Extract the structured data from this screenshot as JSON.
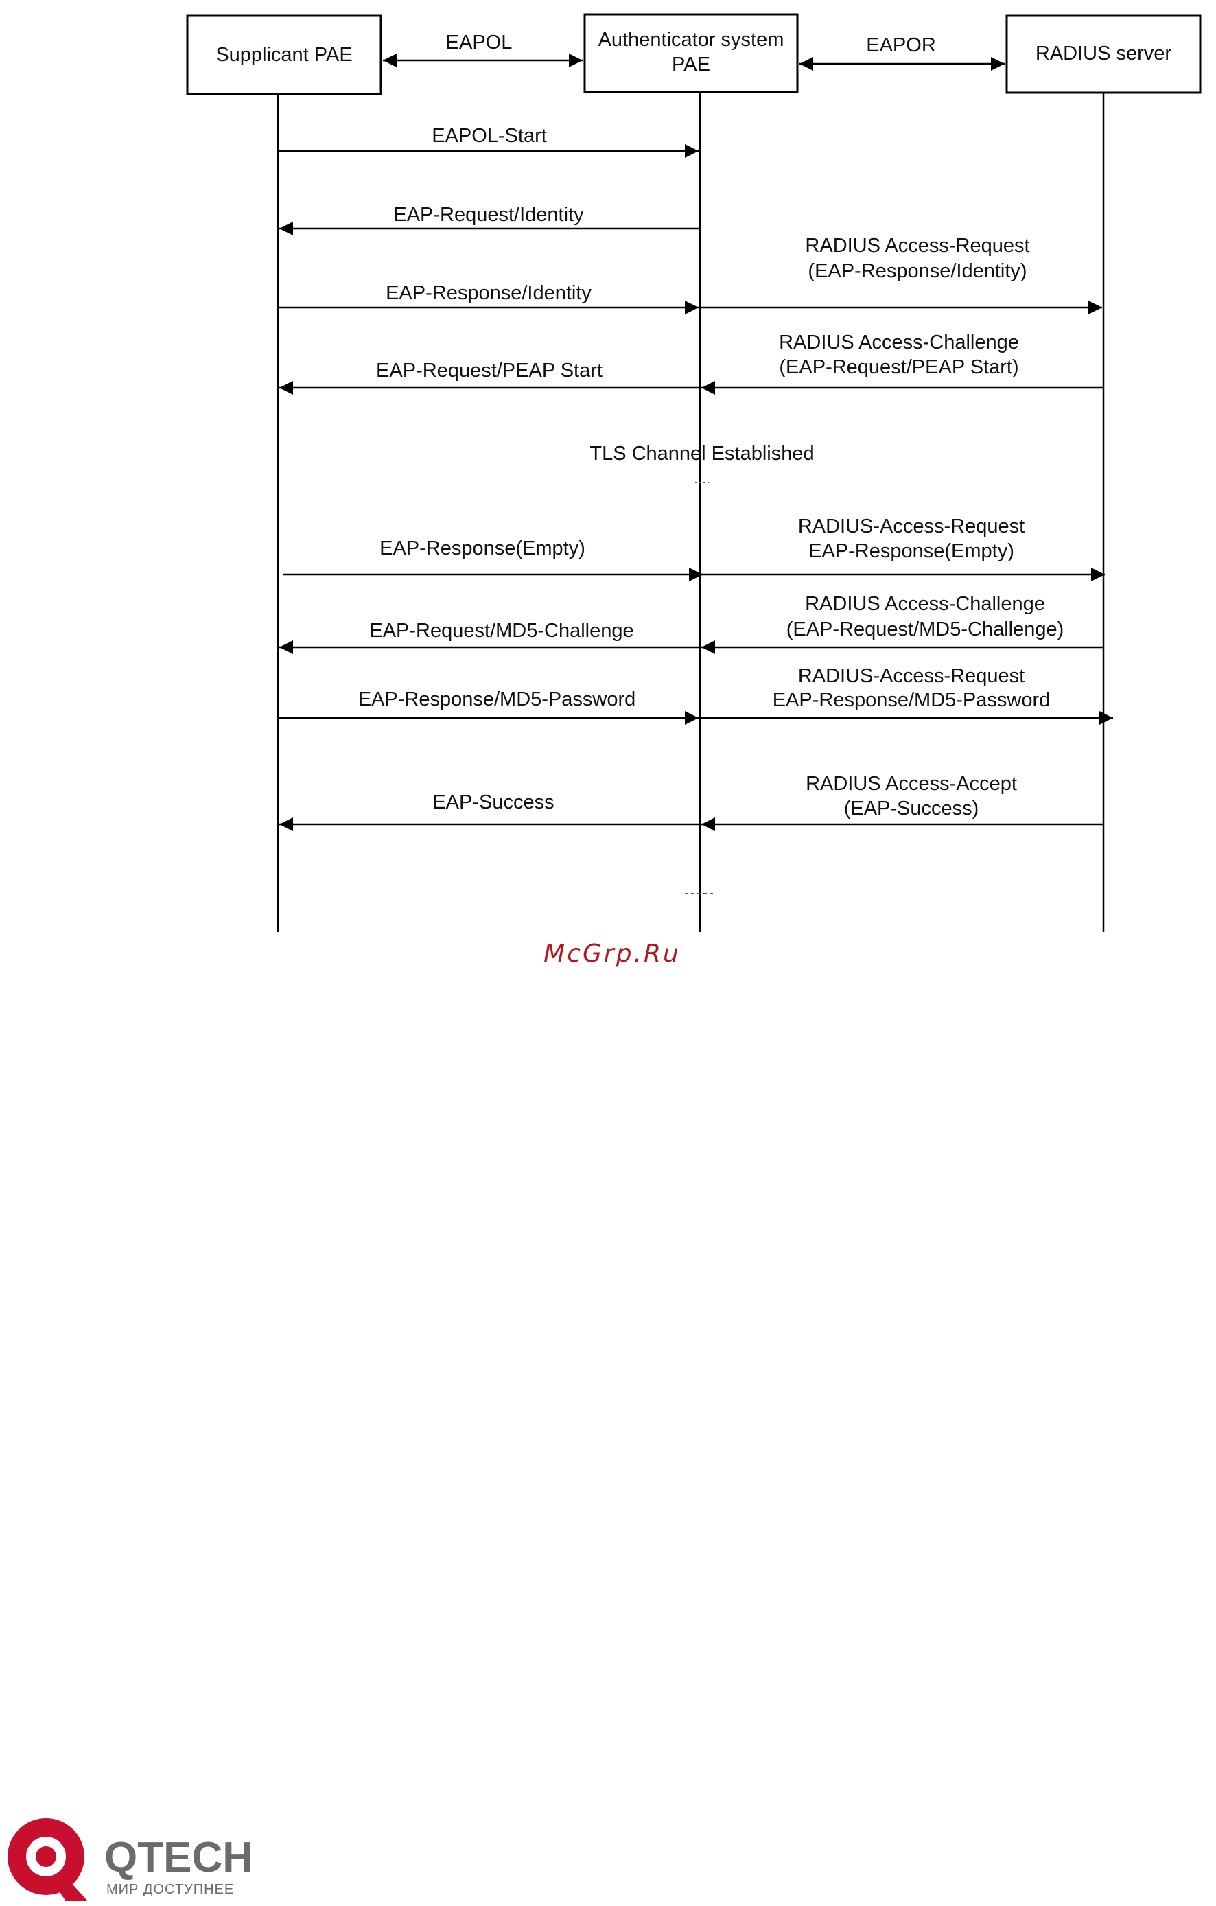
{
  "entities": {
    "supplicant": "Supplicant PAE",
    "authenticator_line1": "Authenticator system",
    "authenticator_line2": "PAE",
    "radius": "RADIUS server"
  },
  "protocols": {
    "left": "EAPOL",
    "right": "EAPOR"
  },
  "messages": {
    "eapol_start": "EAPOL-Start",
    "eap_req_identity": "EAP-Request/Identity",
    "eap_resp_identity": "EAP-Response/Identity",
    "radius_access_request_1a": "RADIUS Access-Request",
    "radius_access_request_1b": "(EAP-Response/Identity)",
    "eap_req_peap": "EAP-Request/PEAP Start",
    "radius_challenge_1a": "RADIUS Access-Challenge",
    "radius_challenge_1b": "(EAP-Request/PEAP Start)",
    "tls": "TLS Channel Established",
    "eap_resp_empty": "EAP-Response(Empty)",
    "radius_access_request_2a": "RADIUS-Access-Request",
    "radius_access_request_2b": "EAP-Response(Empty)",
    "eap_req_md5": "EAP-Request/MD5-Challenge",
    "radius_challenge_2a": "RADIUS Access-Challenge",
    "radius_challenge_2b": "(EAP-Request/MD5-Challenge)",
    "eap_resp_md5": "EAP-Response/MD5-Password",
    "radius_access_request_3a": "RADIUS-Access-Request",
    "radius_access_request_3b": "EAP-Response/MD5-Password",
    "eap_success": "EAP-Success",
    "radius_accept_a": "RADIUS Access-Accept",
    "radius_accept_b": "(EAP-Success)"
  },
  "watermark": "McGrp.Ru",
  "logo": {
    "name": "QTECH",
    "tagline": "МИР ДОСТУПНЕЕ"
  },
  "colors": {
    "line": "#000000",
    "watermark": "#b5161b",
    "logo_red": "#c8102e",
    "logo_gray": "#6b6b6b"
  }
}
